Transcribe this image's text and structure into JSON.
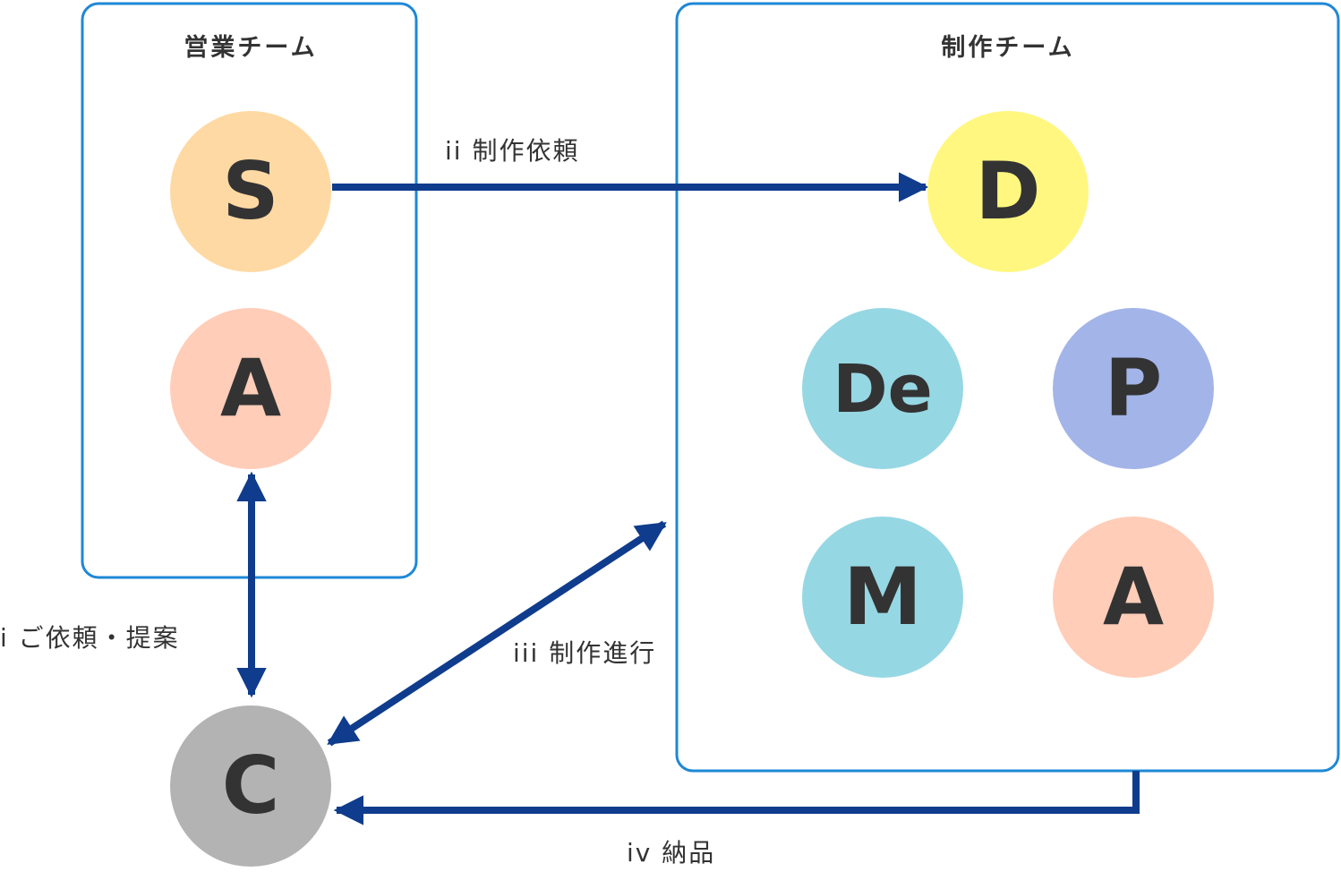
{
  "colors": {
    "arrow": "#0f3c8c",
    "team_border": "#1e88d6",
    "text": "#333333"
  },
  "teams": {
    "sales": {
      "title": "営業チーム"
    },
    "production": {
      "title": "制作チーム"
    }
  },
  "nodes": {
    "sales_s": {
      "label": "S",
      "color": "#ffd9a3"
    },
    "sales_a": {
      "label": "A",
      "color": "#ffcdb8"
    },
    "director": {
      "label": "D",
      "color": "#fff77f"
    },
    "designer": {
      "label": "De",
      "color": "#96d7e4"
    },
    "programmer": {
      "label": "P",
      "color": "#a3b4e8"
    },
    "markup": {
      "label": "M",
      "color": "#96d7e4"
    },
    "prod_a": {
      "label": "A",
      "color": "#ffcdb8"
    },
    "client": {
      "label": "C",
      "color": "#b3b3b3"
    }
  },
  "edges": {
    "request_proposal": {
      "label": "i ご依頼・提案"
    },
    "production_request": {
      "label": "ii 制作依頼"
    },
    "production_progress": {
      "label": "iii 制作進行"
    },
    "delivery": {
      "label": "iv 納品"
    }
  }
}
